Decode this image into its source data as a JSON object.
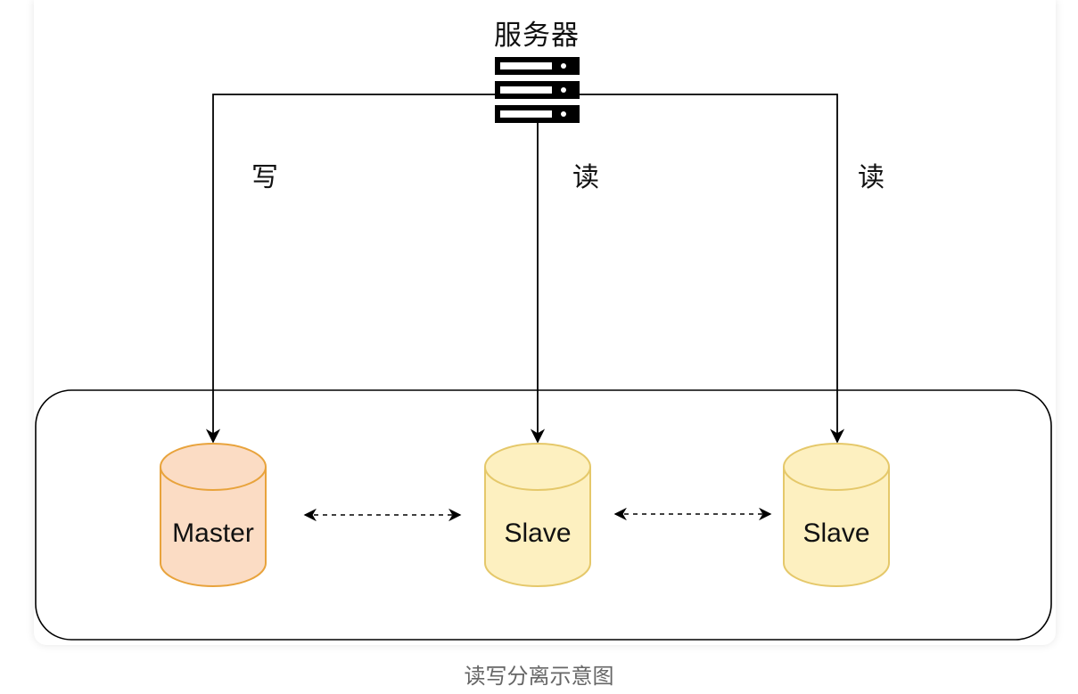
{
  "server": {
    "label": "服务器",
    "icon": "server-icon"
  },
  "edges": [
    {
      "label": "写",
      "to": "Master"
    },
    {
      "label": "读",
      "to": "Slave"
    },
    {
      "label": "读",
      "to": "Slave"
    }
  ],
  "databases": [
    {
      "label": "Master",
      "fill": "#fbdcc4",
      "stroke": "#e8a33c"
    },
    {
      "label": "Slave",
      "fill": "#fdf0c0",
      "stroke": "#e5c86a"
    },
    {
      "label": "Slave",
      "fill": "#fdf0c0",
      "stroke": "#e5c86a"
    }
  ],
  "caption": "读写分离示意图"
}
